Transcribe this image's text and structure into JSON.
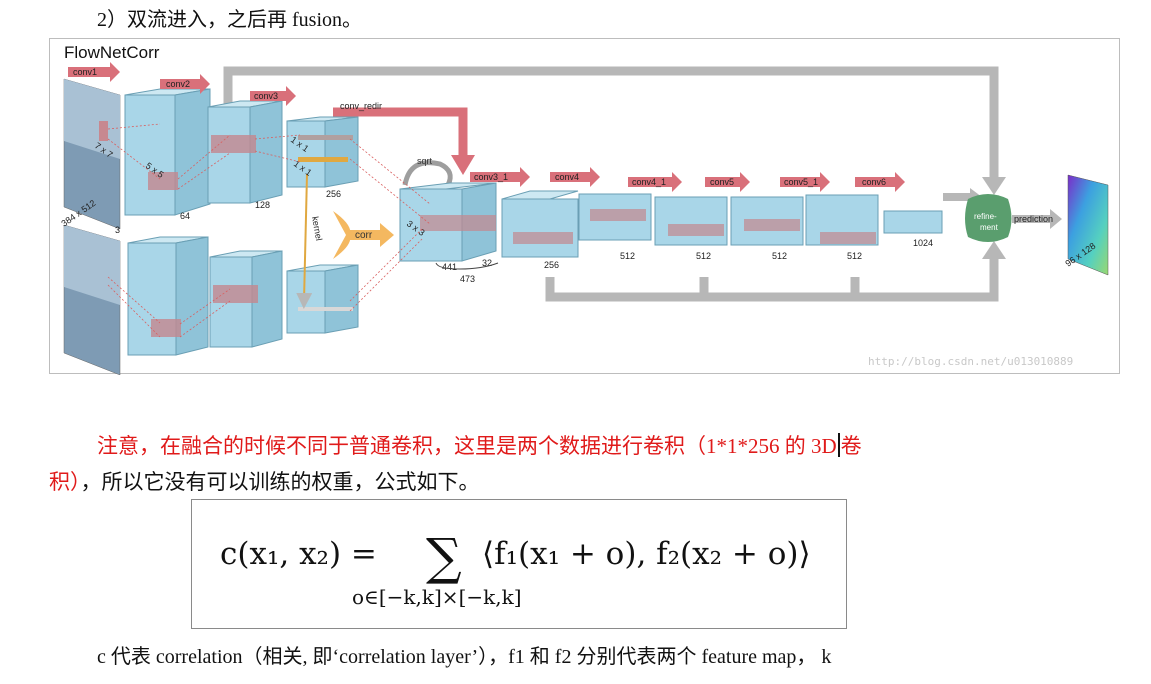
{
  "heading": "2）双流进入，之后再 fusion。",
  "figure": {
    "title": "FlowNetCorr",
    "watermark": "http://blog.csdn.net/u013010889",
    "layer_labels": [
      "conv1",
      "conv2",
      "conv3",
      "conv_redir",
      "conv3_1",
      "conv4",
      "conv4_1",
      "conv5",
      "conv5_1",
      "conv6"
    ],
    "channel_labels": [
      "3",
      "64",
      "128",
      "256",
      "441",
      "32",
      "473",
      "256",
      "512",
      "512",
      "512",
      "512",
      "1024"
    ],
    "input_size": "384 x 512",
    "output_size": "96 x 128",
    "kernel_labels": [
      "7 x 7",
      "5 x 5",
      "1 x 1",
      "1 x 1",
      "3 x 3"
    ],
    "ops": {
      "sqrt": "sqrt",
      "corr": "corr",
      "kernel": "kernel",
      "refinement_top": "refine-",
      "refinement_bottom": "ment",
      "prediction": "prediction"
    },
    "colors": {
      "block": "#a9d6e8",
      "arrow_red": "#d9707a",
      "arrow_gray": "#b7b7b7",
      "corr": "#f4b860",
      "refine": "#5a9e6e"
    }
  },
  "paragraph": {
    "red_1": "注意，在融合的时候不同于普通卷积，这里是两个数据进行卷积（1*1*256 的 3D",
    "red_2": "卷",
    "red_3": "积）",
    "black": "，所以它没有可以训练的权重，公式如下。"
  },
  "formula": {
    "lhs": "c(x₁, x₂) =",
    "sum": "∑",
    "rhs": "⟨f₁(x₁ + o), f₂(x₂ + o)⟩",
    "subscript": "o∈[−k,k]×[−k,k]"
  },
  "bottom_text": "c 代表 correlation（相关, 即‘correlation layer’），f1 和 f2 分别代表两个 feature map， k"
}
